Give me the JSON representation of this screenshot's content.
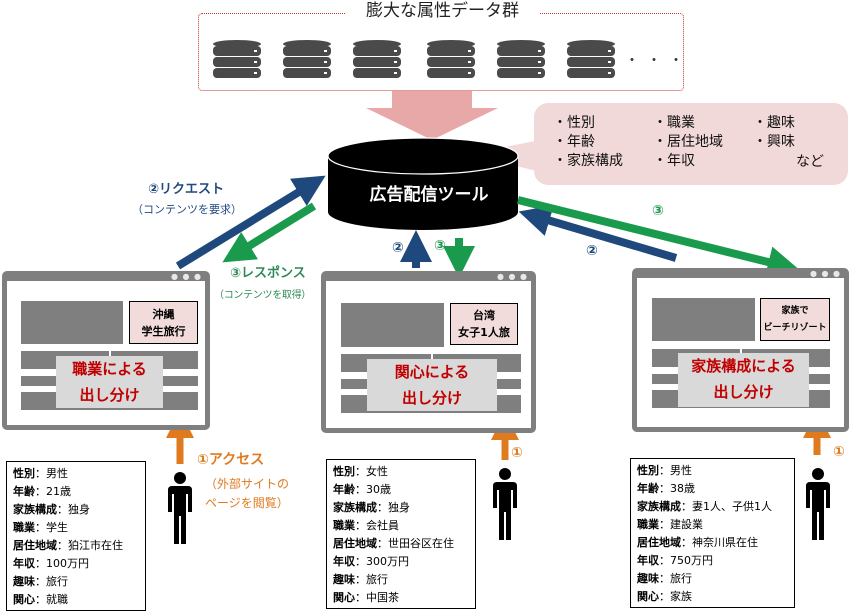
{
  "data_group": {
    "title": "膨大な属性データ群",
    "ellipsis": "・・・",
    "database_count": 6
  },
  "attributes": {
    "columns": [
      [
        "・性別",
        "・年齢",
        "・家族構成"
      ],
      [
        "・職業",
        "・居住地域",
        "・年収"
      ],
      [
        "・趣味",
        "・興味"
      ]
    ],
    "etc": "など"
  },
  "tool": {
    "label": "広告配信ツール"
  },
  "flow": {
    "request": {
      "label": "②リクエスト",
      "sub": "（コンテンツを要求）"
    },
    "response": {
      "label": "③レスポンス",
      "sub": "（コンテンツを取得）"
    },
    "num2": "②",
    "num3": "③",
    "access": {
      "label": "①アクセス",
      "sub_line1": "（外部サイトの",
      "sub_line2": "ページを閲覧）",
      "num": "①"
    }
  },
  "colors": {
    "request": "#1f497d",
    "response": "#1a9a4c",
    "access": "#e07a1f",
    "highlight": "#c00000",
    "callout": "#f2d9d9"
  },
  "browsers": [
    {
      "ad_line1": "沖縄",
      "ad_line2": "学生旅行",
      "overlay_line1": "職業による",
      "overlay_line2": "出し分け",
      "dots": "● ● ●"
    },
    {
      "ad_line1": "台湾",
      "ad_line2": "女子1人旅",
      "overlay_line1": "関心による",
      "overlay_line2": "出し分け",
      "dots": "● ● ●"
    },
    {
      "ad_line1": "家族で",
      "ad_line2": "ビーチリゾート",
      "overlay_line1": "家族構成による",
      "overlay_line2": "出し分け",
      "dots": "● ● ●"
    }
  ],
  "profiles": [
    {
      "rows": [
        {
          "k": "性別",
          "v": "：男性"
        },
        {
          "k": "年齢",
          "v": "：21歳"
        },
        {
          "k": "家族構成",
          "v": "：独身"
        },
        {
          "k": "職業",
          "v": "：学生"
        },
        {
          "k": "居住地域",
          "v": "：狛江市在住"
        },
        {
          "k": "年収",
          "v": "：100万円"
        },
        {
          "k": "趣味",
          "v": "：旅行"
        },
        {
          "k": "関心",
          "v": "：就職"
        }
      ]
    },
    {
      "rows": [
        {
          "k": "性別",
          "v": "：女性"
        },
        {
          "k": "年齢",
          "v": "：30歳"
        },
        {
          "k": "家族構成",
          "v": "：独身"
        },
        {
          "k": "職業",
          "v": "：会社員"
        },
        {
          "k": "居住地域",
          "v": "：世田谷区在住"
        },
        {
          "k": "年収",
          "v": "：300万円"
        },
        {
          "k": "趣味",
          "v": "：旅行"
        },
        {
          "k": "関心",
          "v": "：中国茶"
        }
      ]
    },
    {
      "rows": [
        {
          "k": "性別",
          "v": "：男性"
        },
        {
          "k": "年齢",
          "v": "：38歳"
        },
        {
          "k": "家族構成",
          "v": "：妻1人、子供1人"
        },
        {
          "k": "職業",
          "v": "：建設業"
        },
        {
          "k": "居住地域",
          "v": "：神奈川県在住"
        },
        {
          "k": "年収",
          "v": "：750万円"
        },
        {
          "k": "趣味",
          "v": "：旅行"
        },
        {
          "k": "関心",
          "v": "：家族"
        }
      ]
    }
  ]
}
